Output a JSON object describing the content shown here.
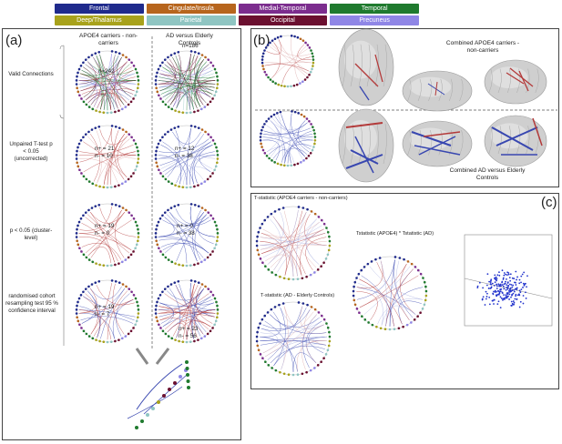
{
  "legend": {
    "items": [
      {
        "label": "Frontal",
        "color": "#1f2a8c"
      },
      {
        "label": "Cingulate/Insula",
        "color": "#b7651d"
      },
      {
        "label": "Medial-Temporal",
        "color": "#7c2d8e"
      },
      {
        "label": "Temporal",
        "color": "#1f7a2e"
      },
      {
        "label": "Deep/Thalamus",
        "color": "#a8a21b"
      },
      {
        "label": "Parietal",
        "color": "#8fc5c2"
      },
      {
        "label": "Occipital",
        "color": "#6b1030"
      },
      {
        "label": "Precuneus",
        "color": "#8f86e6"
      }
    ]
  },
  "panel_a": {
    "label": "(a)",
    "col1_title": "APOE4 carriers - non-carriers",
    "col2_title": "AD versus Elderly Controls",
    "rows": [
      {
        "label": "Valid Connections",
        "col1_stat": "n=242",
        "col2_stat": "n=186"
      },
      {
        "label": "Unpaired T-test p < 0.05 (uncorrected)",
        "col1_stat": "n+ = 21\nn- = 10",
        "col2_stat": "n+ = 12\nn- = 38"
      },
      {
        "label": "p < 0.05 (cluster-level)",
        "col1_stat": "n+ = 19\nn- = 0",
        "col2_stat": "n+ = 0\nn- = 38"
      },
      {
        "label": "randomised cohort resampling test 95 % confidence interval",
        "col1_stat": "n+ = 19\nn- = 7",
        "col2_stat": "n+ = 23\nn- = 56"
      }
    ]
  },
  "panel_b": {
    "label": "(b)",
    "caption_top": "Combined APOE4 carriers - non-carriers",
    "caption_bottom": "Combined AD versus Elderly Controls"
  },
  "panel_c": {
    "label": "(c)",
    "title_1": "T-statistic (APOE4 carriers - non-carriers)",
    "title_2": "T-statistic (AD - Elderly Controls)",
    "title_3": "Tstatistic (APOE4) * Tstatistic (AD)"
  },
  "colors": {
    "positive": "#b33a3a",
    "negative": "#3847b0",
    "frame": "#444444"
  }
}
